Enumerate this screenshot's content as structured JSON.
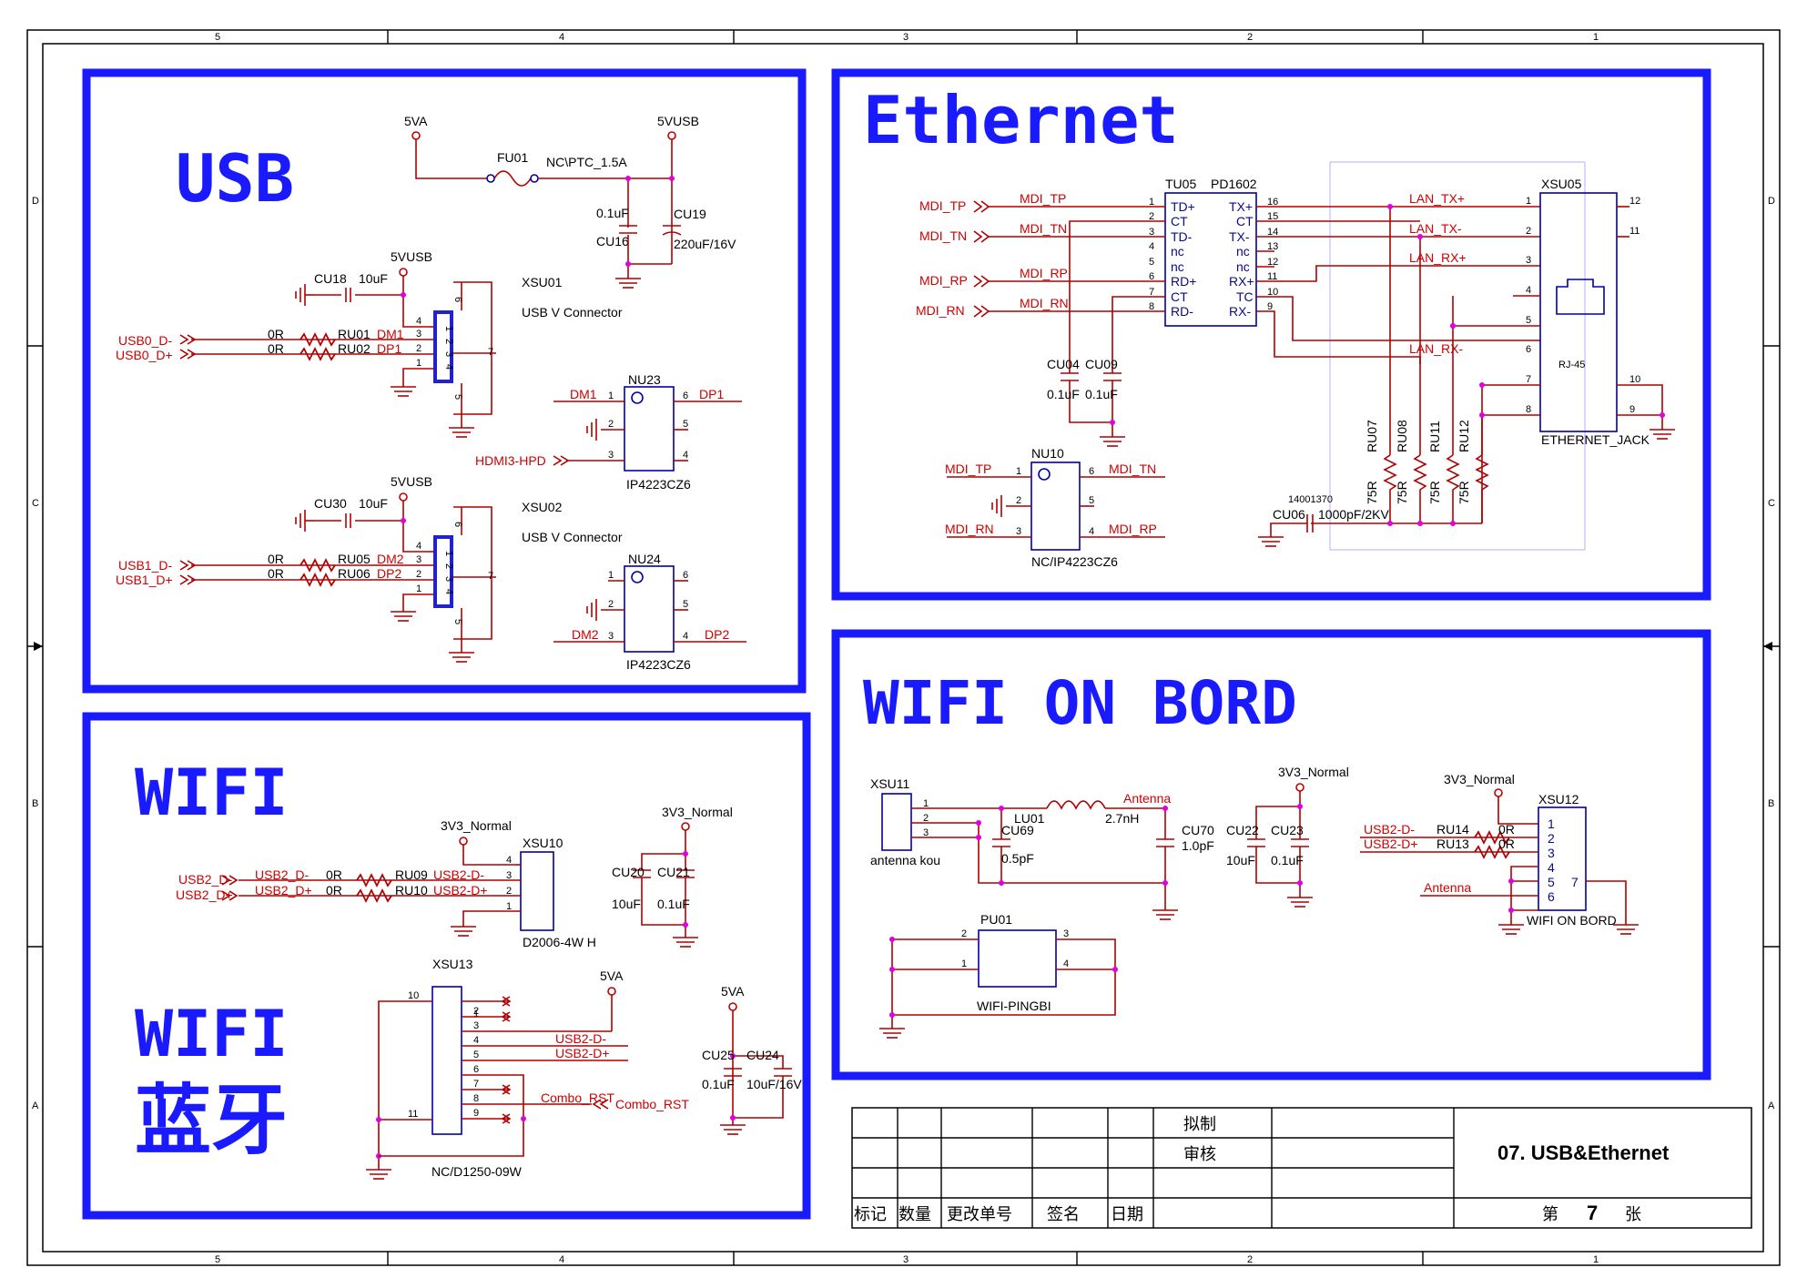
{
  "border": {
    "col_labels": [
      "5",
      "4",
      "3",
      "2",
      "1"
    ],
    "row_labels": [
      "D",
      "C",
      "B",
      "A"
    ]
  },
  "blocks": {
    "usb": "USB",
    "ethernet": "Ethernet",
    "wifi": "WIFI",
    "wifi_on_board": "WIFI  ON  BORD",
    "wifi_bt_1": "WIFI",
    "wifi_bt_2": "蓝牙"
  },
  "usb_section": {
    "fu01": "FU01",
    "fu01_val": "NC\\PTC_1.5A",
    "p5va": "5VA",
    "p5vusb_top": "5VUSB",
    "cu16": "CU16",
    "cu16_val": "0.1uF",
    "cu19": "CU19",
    "cu19_val": "220uF/16V",
    "cu18": "CU18",
    "cu18_val": "10uF",
    "p5vusb_1": "5VUSB",
    "xsu01": "XSU01",
    "xsu01_val": "USB V Connector",
    "usb0_dm": "USB0_D-",
    "usb0_dp": "USB0_D+",
    "ru01": "RU01",
    "ru02": "RU02",
    "r0_a": "0R",
    "r0_b": "0R",
    "dm1": "DM1",
    "dp1": "DP1",
    "nu23": "NU23",
    "nu23_val": "IP4223CZ6",
    "nu23_dm1": "DM1",
    "nu23_dp1": "DP1",
    "hdmi3": "HDMI3-HPD",
    "cu30": "CU30",
    "cu30_val": "10uF",
    "p5vusb_2": "5VUSB",
    "xsu02": "XSU02",
    "xsu02_val": "USB V Connector",
    "usb1_dm": "USB1_D-",
    "usb1_dp": "USB1_D+",
    "ru05": "RU05",
    "ru06": "RU06",
    "r0_c": "0R",
    "r0_d": "0R",
    "dm2": "DM2",
    "dp2": "DP2",
    "nu24": "NU24",
    "nu24_val": "IP4223CZ6",
    "nu24_dm2": "DM2",
    "nu24_dp2": "DP2"
  },
  "wifi_section": {
    "p3v3": "3V3_Normal",
    "p3v3_b": "3V3_Normal",
    "xsu10": "XSU10",
    "xsu10_val": "D2006-4W H",
    "usb2_dm": "USB2_D-",
    "usb2_dp": "USB2_D+",
    "usb2_dm_b": "USB2_D-",
    "usb2_dp_b": "USB2_D+",
    "ru09": "RU09",
    "ru10": "RU10",
    "r0_e": "0R",
    "r0_f": "0R",
    "usb2_dm_c": "USB2-D-",
    "usb2_dp_c": "USB2-D+",
    "cu20": "CU20",
    "cu20_val": "10uF",
    "cu21": "CU21",
    "cu21_val": "0.1uF"
  },
  "bt_section": {
    "xsu13": "XSU13",
    "xsu13_val": "NC/D1250-09W",
    "p5va": "5VA",
    "p5va_b": "5VA",
    "usb2_dm": "USB2-D-",
    "usb2_dp": "USB2-D+",
    "combo_rst": "Combo_RST",
    "combo_rst_b": "Combo_RST",
    "cu25": "CU25",
    "cu25_val": "0.1uF",
    "cu24": "CU24",
    "cu24_val": "10uF/16V"
  },
  "eth_section": {
    "tu05": "TU05",
    "tu05_val": "PD1602",
    "mdi_tp": "MDI_TP",
    "mdi_tn": "MDI_TN",
    "mdi_rp": "MDI_RP",
    "mdi_rn": "MDI_RN",
    "mdi_tp_b": "MDI_TP",
    "mdi_tn_b": "MDI_TN",
    "mdi_rp_b": "MDI_RP",
    "mdi_rn_b": "MDI_RN",
    "tu_left": [
      "TD+",
      "CT",
      "TD-",
      "nc",
      "nc",
      "RD+",
      "CT",
      "RD-"
    ],
    "tu_right": [
      "TX+",
      "CT",
      "TX-",
      "nc",
      "nc",
      "RX+",
      "TC",
      "RX-"
    ],
    "tu_lpins": [
      "1",
      "2",
      "3",
      "4",
      "5",
      "6",
      "7",
      "8"
    ],
    "tu_rpins": [
      "16",
      "15",
      "14",
      "13",
      "12",
      "11",
      "10",
      "9"
    ],
    "lan_txp": "LAN_TX+",
    "lan_txn": "LAN_TX-",
    "lan_rxp": "LAN_RX+",
    "lan_rxn": "LAN_RX-",
    "xsu05": "XSU05",
    "xsu05_val": "ETHERNET_JACK",
    "rj45": "RJ-45",
    "jack_pins": [
      "1",
      "2",
      "3",
      "4",
      "5",
      "6",
      "7",
      "8"
    ],
    "jack_rpins": [
      "12",
      "11",
      "10",
      "9"
    ],
    "cu04": "CU04",
    "cu09": "CU09",
    "cu04_val": "0.1uF",
    "cu09_val": "0.1uF",
    "ru07": "RU07",
    "ru08": "RU08",
    "ru11": "RU11",
    "ru12": "RU12",
    "r75": "75R",
    "part_no": "14001370",
    "cu06": "CU06",
    "cu06_val": "1000pF/2KV",
    "nu10": "NU10",
    "nu10_val": "NC/IP4223CZ6",
    "nu10_tp": "MDI_TP",
    "nu10_tn": "MDI_TN",
    "nu10_rn": "MDI_RN",
    "nu10_rp": "MDI_RP"
  },
  "wob_section": {
    "xsu11": "XSU11",
    "xsu11_val": "antenna kou",
    "lu01": "LU01",
    "lu01_val": "2.7nH",
    "antenna": "Antenna",
    "cu69": "CU69",
    "cu69_val": "0.5pF",
    "cu70": "CU70",
    "cu70_val": "1.0pF",
    "p3v3": "3V3_Normal",
    "p3v3_b": "3V3_Normal",
    "cu22": "CU22",
    "cu22_val": "10uF",
    "cu23": "CU23",
    "cu23_val": "0.1uF",
    "xsu12": "XSU12",
    "xsu12_val": "WIFI ON BORD",
    "usb2_dm": "USB2-D-",
    "usb2_dp": "USB2-D+",
    "ru14": "RU14",
    "ru13": "RU13",
    "r0_g": "0R",
    "r0_h": "0R",
    "antenna_b": "Antenna",
    "pu01": "PU01",
    "pu01_val": "WIFI-PINGBI"
  },
  "title_block": {
    "draft": "拟制",
    "review": "审核",
    "title": "07. USB&Ethernet",
    "col_mark": "标记",
    "col_qty": "数量",
    "col_change": "更改单号",
    "col_sign": "签名",
    "col_date": "日期",
    "sheet_pre": "第",
    "sheet_no": "7",
    "sheet_post": "张"
  }
}
